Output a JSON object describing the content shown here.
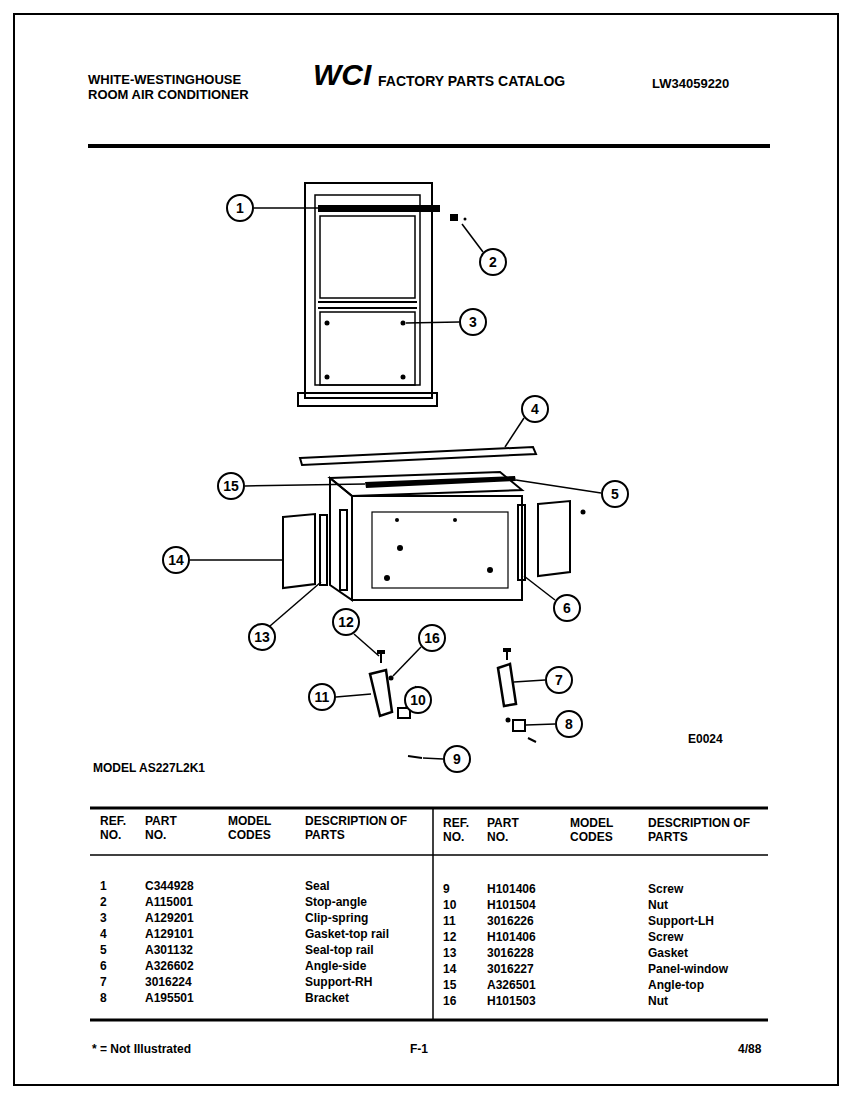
{
  "diagram": {
    "title": "FACTORY PARTS CATALOG",
    "nodes": [
      {
        "text": [
          "1"
        ]
      },
      {
        "text": [
          "2"
        ]
      },
      {
        "text": [
          "3"
        ]
      },
      {
        "text": [
          "4"
        ]
      },
      {
        "text": [
          "15"
        ]
      },
      {
        "text": [
          "5"
        ]
      },
      {
        "text": [
          "14"
        ]
      },
      {
        "text": [
          "6"
        ]
      },
      {
        "text": [
          "13"
        ]
      },
      {
        "text": [
          "12"
        ]
      },
      {
        "text": [
          "16"
        ]
      },
      {
        "text": [
          "7"
        ]
      },
      {
        "text": [
          "11"
        ]
      },
      {
        "text": [
          "10"
        ]
      },
      {
        "text": [
          "8"
        ]
      },
      {
        "text": [
          "9"
        ]
      }
    ],
    "labels": [
      "WHITE-WESTINGHOUSE ROOM AIR CONDITIONER",
      "WCI",
      "LW34059220",
      "E0024",
      "MODEL AS227L2K1",
      "REF. NO.",
      "PART NO.",
      "MODEL CODES",
      "DESCRIPTION OF PARTS",
      "REF. NO.",
      "PART NO.",
      "MODEL CODES",
      "DESCRIPTION OF PARTS",
      "1",
      "C344928",
      "Seal",
      "2",
      "A115001",
      "Stop-angle",
      "3",
      "A129201",
      "Clip-spring",
      "4",
      "A129101",
      "Gasket-top rail",
      "5",
      "A301132",
      "Seal-top rail",
      "6",
      "A326602",
      "Angle-side",
      "7",
      "3016224",
      "Support-RH",
      "8",
      "A195501",
      "Bracket",
      "9",
      "H101406",
      "Screw",
      "10",
      "H101504",
      "Nut",
      "11",
      "3016226",
      "Support-LH",
      "12",
      "H101406",
      "Screw",
      "13",
      "3016228",
      "Gasket",
      "14",
      "3016227",
      "Panel-window",
      "15",
      "A326501",
      "Angle-top",
      "16",
      "H101503",
      "Nut",
      "* = Not Illustrated",
      "F-1",
      "4/88"
    ]
  }
}
